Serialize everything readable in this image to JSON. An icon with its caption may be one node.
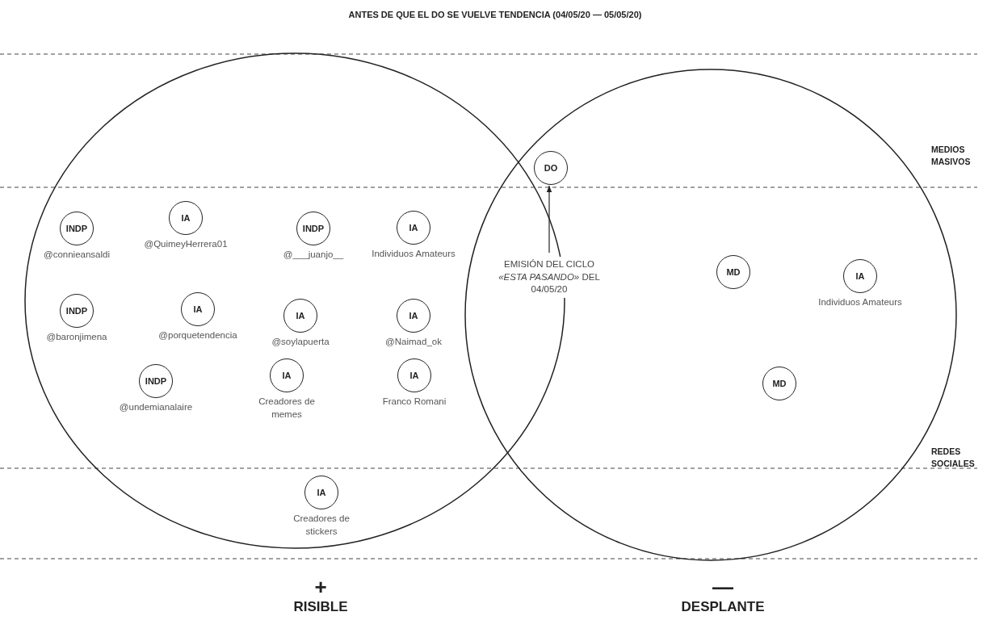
{
  "diagram": {
    "title": "ANTES DE QUE EL DO SE VUELVE TENDENCIA (04/05/20 — 05/05/20)",
    "nodes": [
      {
        "text": [],
        "shape": "ellipse"
      },
      {
        "text": [],
        "shape": "circle"
      },
      {
        "text": [
          "DO"
        ],
        "in": 1
      },
      {
        "text": [
          "INDP"
        ],
        "beside": [
          "@connieansaldi"
        ],
        "in": 0
      },
      {
        "text": [
          "IA"
        ],
        "beside": [
          "@QuimeyHerrera01"
        ],
        "in": 0
      },
      {
        "text": [
          "INDP"
        ],
        "beside": [
          "@___juanjo__"
        ],
        "in": 0
      },
      {
        "text": [
          "IA"
        ],
        "beside": [
          "Individuos Amateurs"
        ],
        "in": 0
      },
      {
        "text": [
          "EMISIÓN DEL CICLO *«ESTA PASANDO»* DEL 04/05/20"
        ],
        "in": 1
      },
      {
        "text": [
          "INDP"
        ],
        "beside": [
          "@baronjimena"
        ],
        "in": 0
      },
      {
        "text": [
          "IA"
        ],
        "beside": [
          "@porquetendencia"
        ],
        "in": 0
      },
      {
        "text": [
          "IA"
        ],
        "beside": [
          "@soylapuerta"
        ],
        "in": 0
      },
      {
        "text": [
          "IA"
        ],
        "beside": [
          "@Naimad_ok"
        ],
        "in": 0
      },
      {
        "text": [
          "INDP"
        ],
        "beside": [
          "@undemianalaire"
        ],
        "in": 0
      },
      {
        "text": [
          "IA"
        ],
        "beside": [
          "Creadores de memes"
        ],
        "in": 0
      },
      {
        "text": [
          "IA"
        ],
        "beside": [
          "Franco Romani"
        ],
        "in": 0
      },
      {
        "text": [
          "IA"
        ],
        "beside": [
          "Creadores de stickers"
        ],
        "in": 0
      },
      {
        "text": [
          "MD"
        ],
        "in": 1
      },
      {
        "text": [
          "IA"
        ],
        "beside": [
          "Individuos Amateurs"
        ],
        "in": 1
      },
      {
        "text": [
          "MD"
        ],
        "in": 1
      }
    ],
    "edges": [
      {
        "from": 7,
        "to": 2,
        "arrow": "to"
      }
    ],
    "labels": [
      "MEDIOS MASIVOS",
      "REDES SOCIALES",
      "+",
      "RISIBLE",
      "—",
      "DESPLANTE"
    ]
  }
}
